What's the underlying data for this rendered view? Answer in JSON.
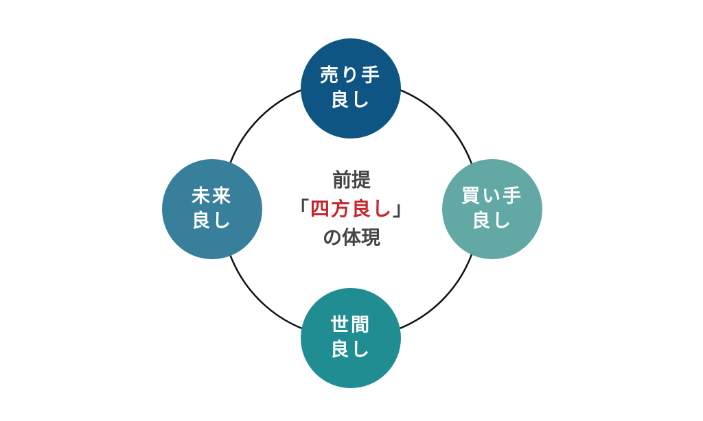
{
  "diagram": {
    "nodes": [
      {
        "id": "top",
        "line1": "売り手",
        "line2": "良し",
        "color": "#0e5583"
      },
      {
        "id": "right",
        "line1": "買い手",
        "line2": "良し",
        "color": "#62a9a6"
      },
      {
        "id": "bottom",
        "line1": "世間",
        "line2": "良し",
        "color": "#208d93"
      },
      {
        "id": "left",
        "line1": "未来",
        "line2": "良し",
        "color": "#387f9c"
      }
    ],
    "center": {
      "line1": "前提",
      "bracket_open": "「",
      "highlight": "四方良し",
      "bracket_close": "」",
      "line3": "の体現",
      "text_color": "#444444",
      "highlight_color": "#c8242b"
    },
    "ring_color": "#111111"
  }
}
